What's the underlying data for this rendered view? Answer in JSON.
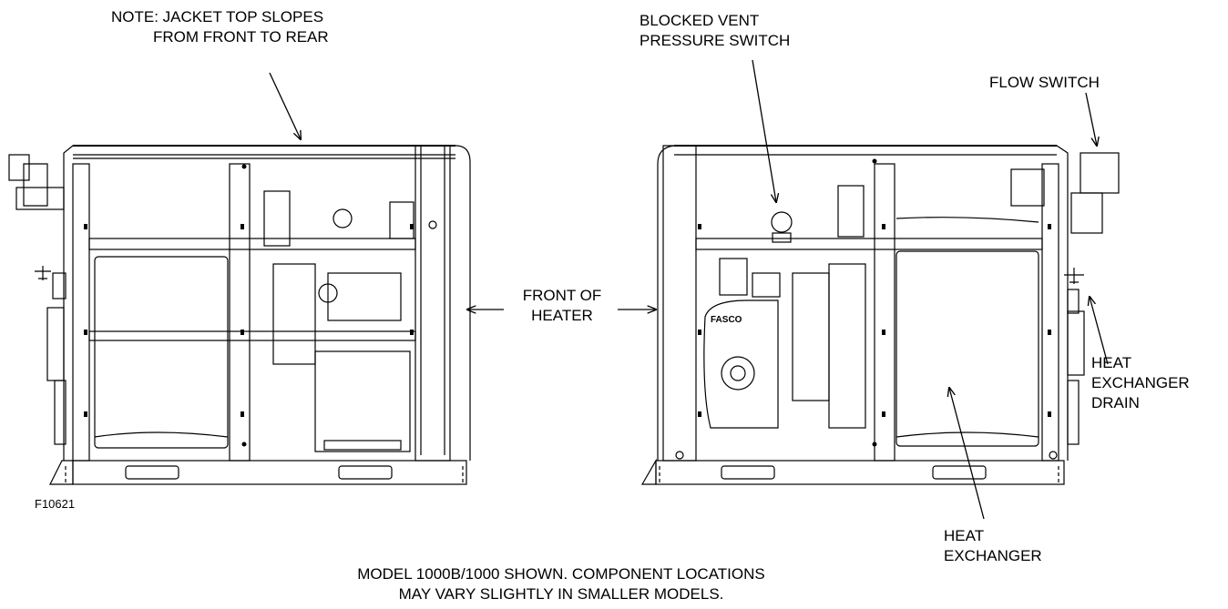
{
  "callouts": {
    "jacket_note": [
      "NOTE: JACKET TOP SLOPES",
      "FROM FRONT TO REAR"
    ],
    "blocked_vent": [
      "BLOCKED VENT",
      "PRESSURE SWITCH"
    ],
    "flow_switch": "FLOW SWITCH",
    "front_of_heater": [
      "FRONT OF",
      "HEATER"
    ],
    "hx_drain": [
      "HEAT",
      "EXCHANGER",
      "DRAIN"
    ],
    "heat_exchanger": [
      "HEAT",
      "EXCHANGER"
    ],
    "figure_id": "F10621",
    "model_note": [
      "MODEL 1000B/1000 SHOWN. COMPONENT LOCATIONS",
      "MAY VARY SLIGHTLY IN SMALLER MODELS."
    ],
    "blower_brand": "FASCO"
  },
  "colors": {
    "line": "#000000",
    "fill_gray": "#d9d9d9",
    "background": "#ffffff"
  }
}
